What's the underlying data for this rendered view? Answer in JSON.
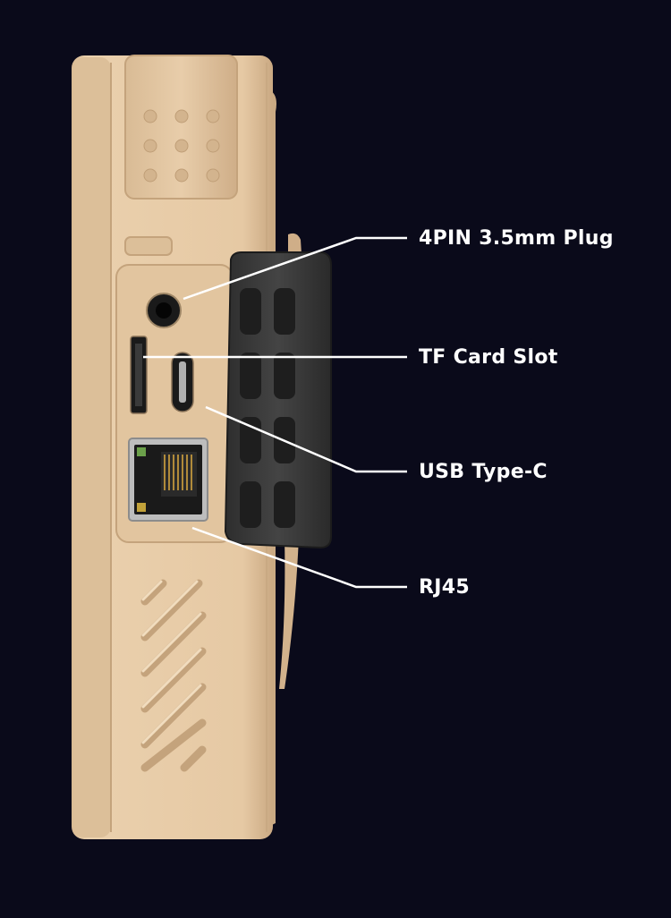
{
  "callouts": [
    {
      "id": "audio-jack",
      "label": "4PIN 3.5mm Plug"
    },
    {
      "id": "tf-card-slot",
      "label": "TF Card Slot"
    },
    {
      "id": "usb-type-c",
      "label": "USB Type-C"
    },
    {
      "id": "rj45",
      "label": "RJ45"
    }
  ],
  "colors": {
    "background": "#0a0a1a",
    "device_body": "#e6c9a4",
    "device_shadow": "#c9aa85",
    "rubber_cover": "#3a3a3a",
    "leader_line": "#ffffff"
  }
}
